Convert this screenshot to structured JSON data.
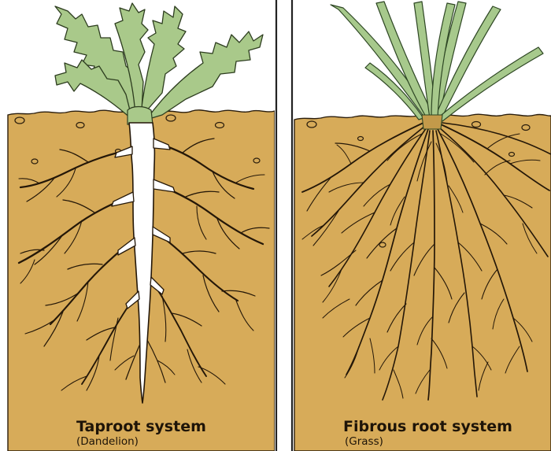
{
  "panels": [
    {
      "id": "taproot",
      "title": "Taproot system",
      "subtitle": "(Dandelion)"
    },
    {
      "id": "fibrous",
      "title": "Fibrous root system",
      "subtitle": "(Grass)"
    }
  ],
  "colors": {
    "soil": "#d7ab59",
    "soil_edge": "#2a1d0c",
    "root": "#241708",
    "taproot_fill": "#ffffff",
    "leaf_dandelion": "#a9c98a",
    "leaf_grass": "#a7c98c",
    "divider": "#222222"
  }
}
